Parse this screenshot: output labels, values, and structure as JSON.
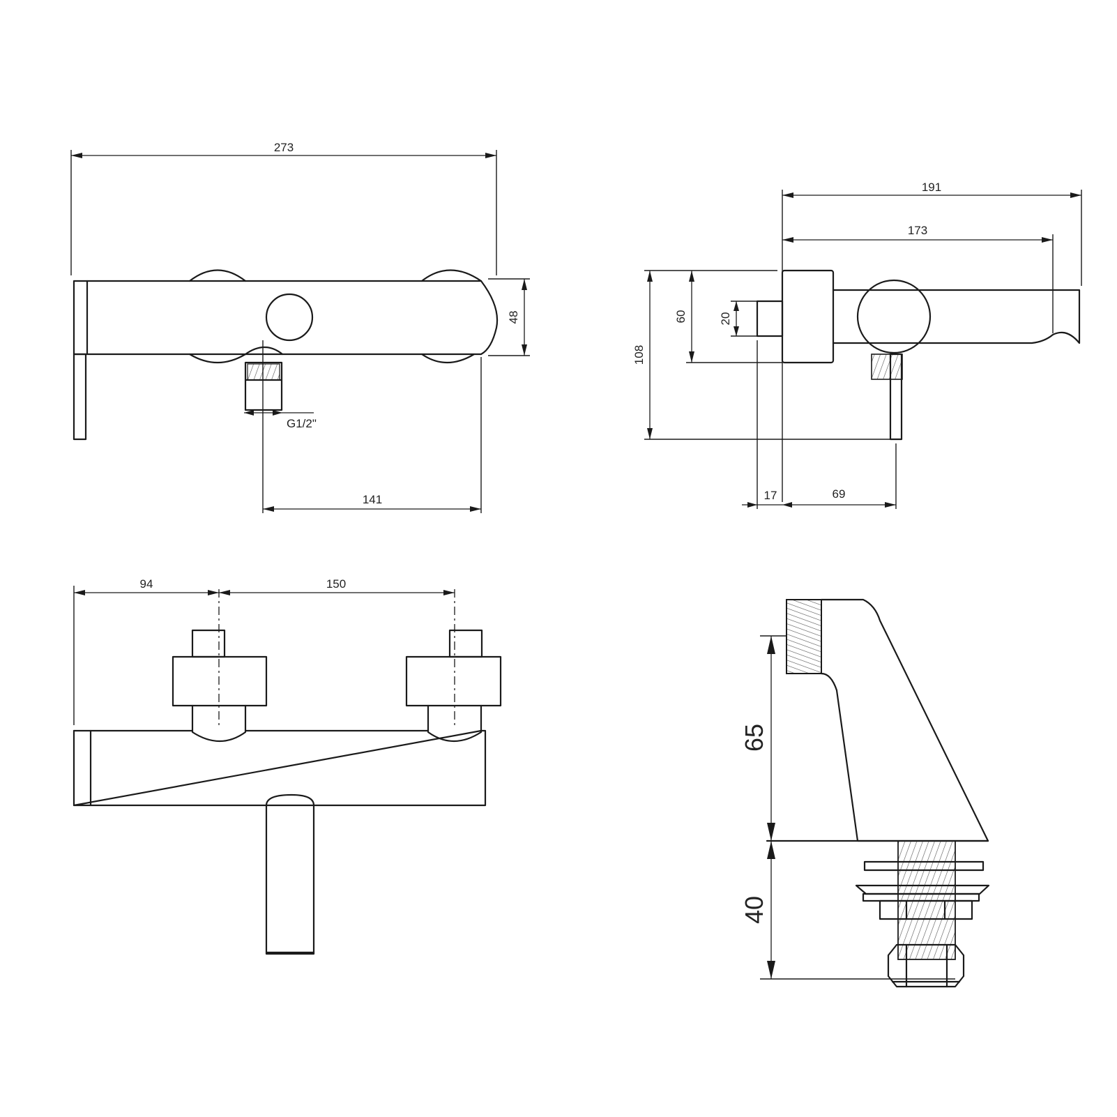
{
  "front_view": {
    "dim_overall_width": "273",
    "dim_body_height": "48",
    "dim_outlet_to_right": "141",
    "thread_label": "G1/2\""
  },
  "side_view": {
    "dim_total_depth": "191",
    "dim_spout_depth": "173",
    "dim_total_height": "108",
    "dim_flange_height": "60",
    "dim_stub_height": "20",
    "dim_stub_depth": "17",
    "dim_handle_offset": "69"
  },
  "bottom_view": {
    "dim_left_to_inlet": "94",
    "dim_inlet_spacing": "150"
  },
  "connector_view": {
    "dim_upper_height": "65",
    "dim_lower_height": "40"
  }
}
